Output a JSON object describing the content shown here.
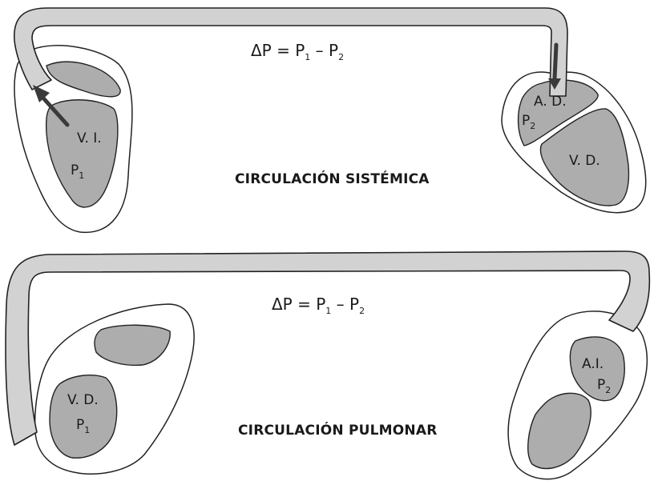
{
  "diagram": {
    "colors": {
      "vessel_fill": "#d2d2d2",
      "chamber_fill": "#adadad",
      "outline": "#222222",
      "arrow": "#3a3a3a",
      "background": "#ffffff"
    },
    "systemic": {
      "equation": {
        "lhs": "ΔP = P",
        "sub1": "1",
        "mid": " – P",
        "sub2": "2"
      },
      "left_heart": {
        "chamber_label": "V. I.",
        "pressure": {
          "base": "P",
          "sub": "1"
        }
      },
      "right_heart": {
        "atrium_label": "A. D.",
        "atrium_pressure": {
          "base": "P",
          "sub": "2"
        },
        "ventricle_label": "V. D."
      },
      "caption": "CIRCULACIÓN SISTÉMICA"
    },
    "pulmonary": {
      "equation": {
        "lhs": "ΔP = P",
        "sub1": "1",
        "mid": " – P",
        "sub2": "2"
      },
      "left_heart": {
        "chamber_label": "V. D.",
        "pressure": {
          "base": "P",
          "sub": "1"
        }
      },
      "right_heart": {
        "atrium_label": "A.I.",
        "atrium_pressure": {
          "base": "P",
          "sub": "2"
        }
      },
      "caption": "CIRCULACIÓN PULMONAR"
    }
  }
}
